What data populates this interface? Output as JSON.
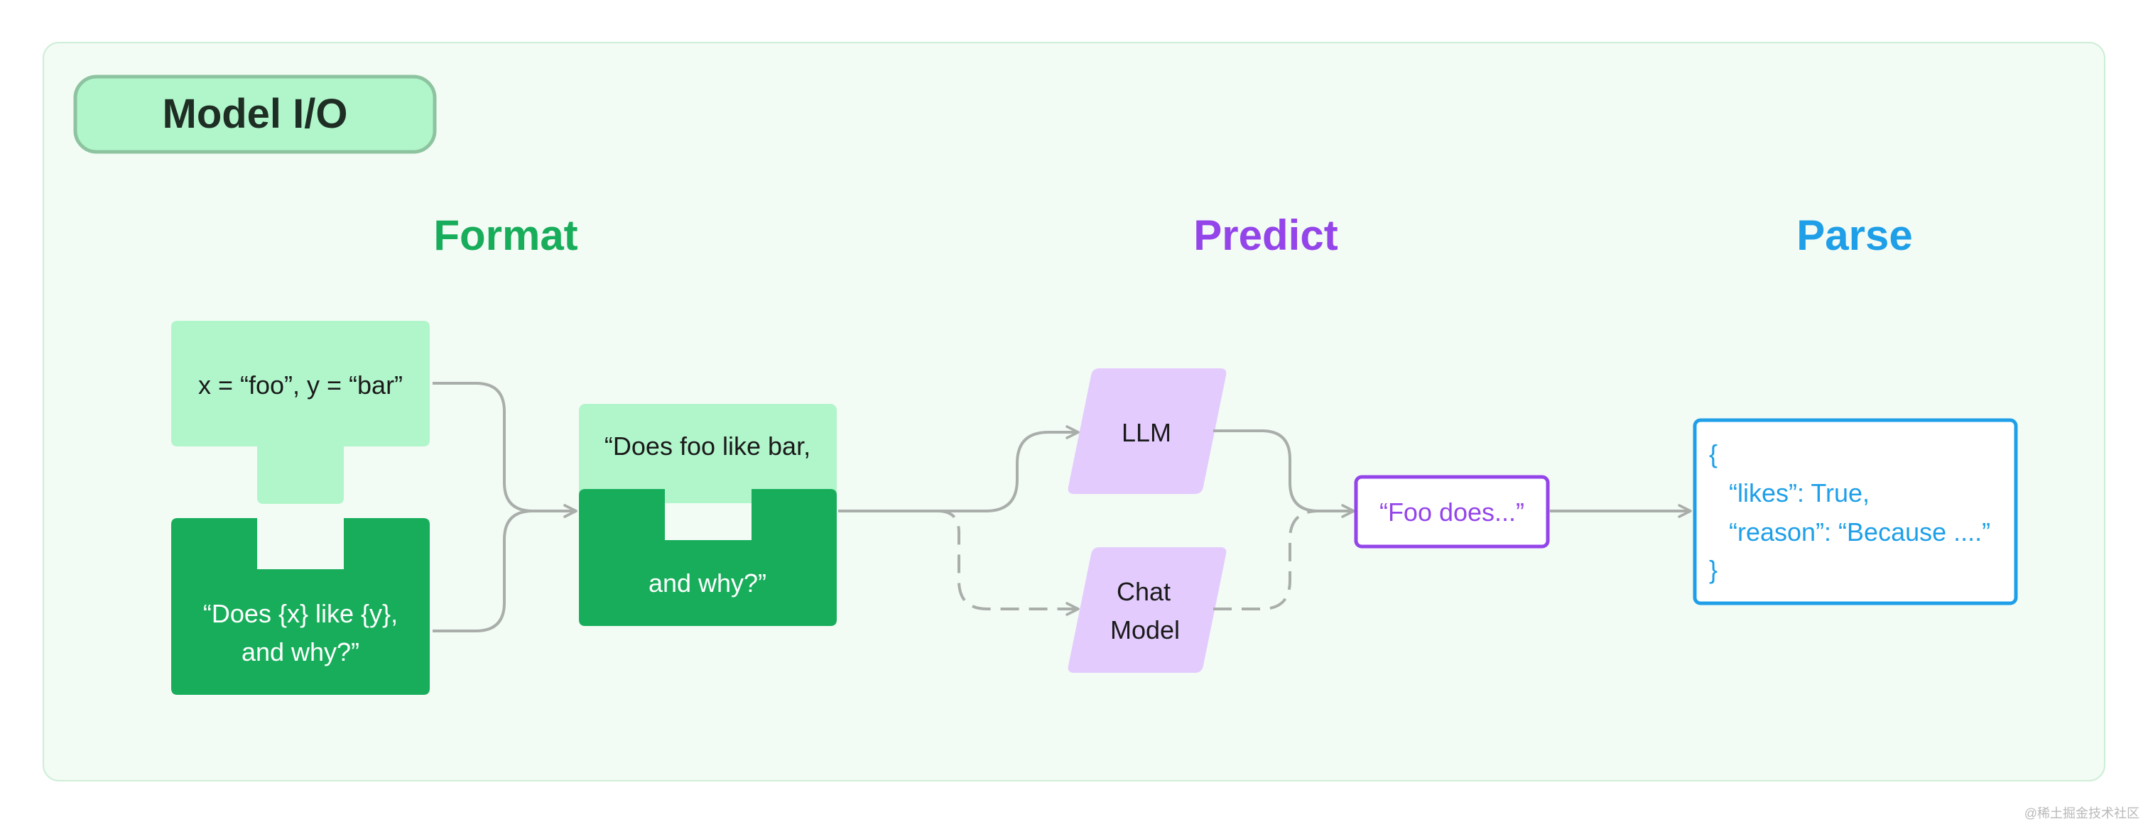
{
  "title": "Model I/O",
  "sections": {
    "format": "Format",
    "predict": "Predict",
    "parse": "Parse"
  },
  "format": {
    "variables": "x = “foo”, y = “bar”",
    "template_line1": "“Does {x} like {y},",
    "template_line2": "and why?”",
    "prompt_line1": "“Does foo like bar,",
    "prompt_line2": "and why?”"
  },
  "predict": {
    "llm": "LLM",
    "chat_line1": "Chat",
    "chat_line2": "Model"
  },
  "output": "“Foo does...”",
  "parse": {
    "open_brace": "{",
    "line1": "“likes”: True,",
    "line2": "“reason”: “Because ....”",
    "close_brace": "}"
  },
  "watermark": "@稀土掘金技术社区",
  "colors": {
    "panel_bg": "#f3fbf5",
    "panel_border": "#cdeed6",
    "title_fill": "#b1f5cb",
    "title_border": "#8dc49f",
    "light_green": "#b1f5cb",
    "dark_green": "#17ad5a",
    "format_text": "#17ad5a",
    "purple_fill": "#e3ccfd",
    "purple": "#9445ea",
    "blue": "#1e9fe8",
    "arrow": "#a9aeaa",
    "text_dark": "#1a1a1a"
  }
}
